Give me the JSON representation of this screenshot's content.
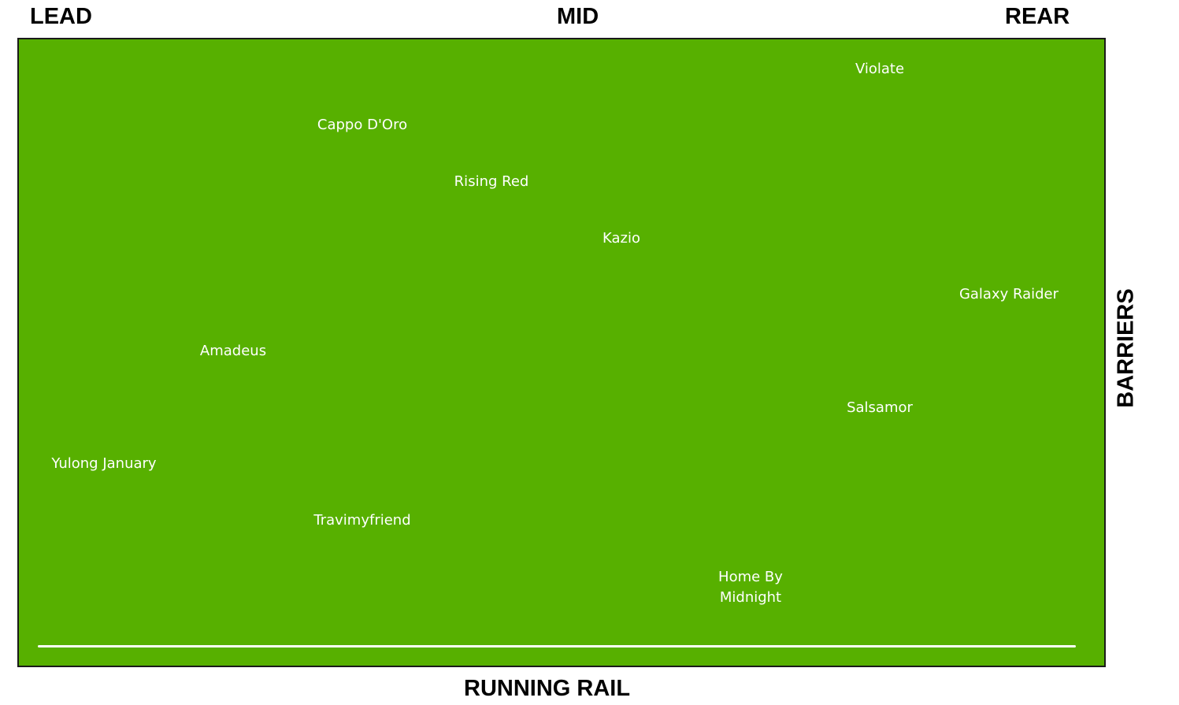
{
  "header": {
    "lead": "LEAD",
    "mid": "MID",
    "rear": "REAR"
  },
  "side_label": "BARRIERS",
  "bottom_label": "RUNNING RAIL",
  "colors": {
    "field": "#57b000",
    "runner_text": "#ffffff",
    "label_text": "#000000"
  },
  "runners": [
    {
      "name": "Violate"
    },
    {
      "name": "Cappo D'Oro"
    },
    {
      "name": "Rising Red"
    },
    {
      "name": "Kazio"
    },
    {
      "name": "Galaxy Raider"
    },
    {
      "name": "Amadeus"
    },
    {
      "name": "Salsamor"
    },
    {
      "name": "Yulong January"
    },
    {
      "name": "Travimyfriend"
    },
    {
      "name": "Home By Midnight"
    }
  ]
}
